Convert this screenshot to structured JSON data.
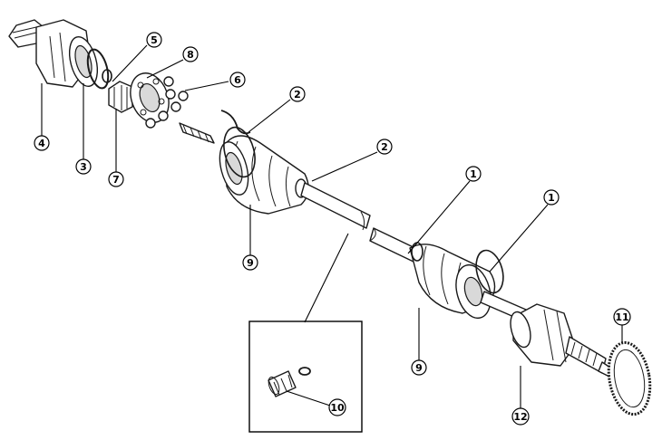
{
  "callouts": {
    "c1a": "1",
    "c1b": "1",
    "c2a": "2",
    "c2b": "2",
    "c3": "3",
    "c4": "4",
    "c5": "5",
    "c6": "6",
    "c7": "7",
    "c8": "8",
    "c9a": "9",
    "c9b": "9",
    "c10": "10",
    "c11": "11",
    "c12": "12"
  }
}
